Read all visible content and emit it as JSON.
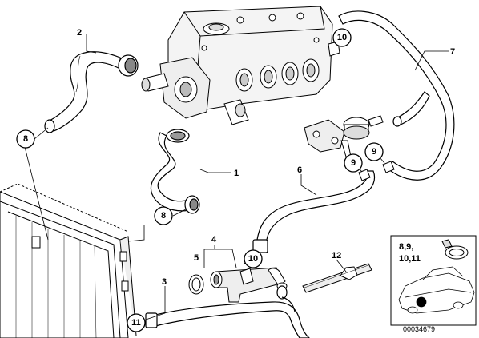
{
  "labels": {
    "l1": "1",
    "l2": "2",
    "l3": "3",
    "l4": "4",
    "l5": "5",
    "l6": "6",
    "l7": "7",
    "l12": "12",
    "c8a": "8",
    "c8b": "8",
    "c9a": "9",
    "c9b": "9",
    "c10a": "10",
    "c10b": "10",
    "c11": "11"
  },
  "inset": {
    "line1": "8,9,",
    "line2": "10,11"
  },
  "reference": "00034679",
  "colors": {
    "ink": "#000000",
    "hose": "#ffffff",
    "shade": "#d8d8d8"
  }
}
